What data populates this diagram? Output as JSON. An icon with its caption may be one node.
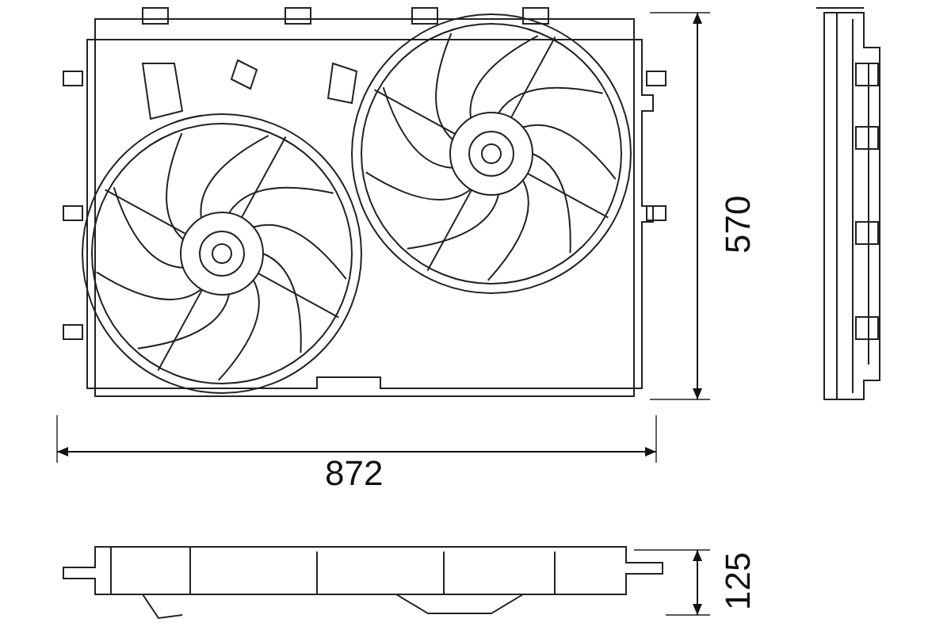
{
  "diagram": {
    "labels": [
      "570",
      "872",
      "125"
    ]
  }
}
